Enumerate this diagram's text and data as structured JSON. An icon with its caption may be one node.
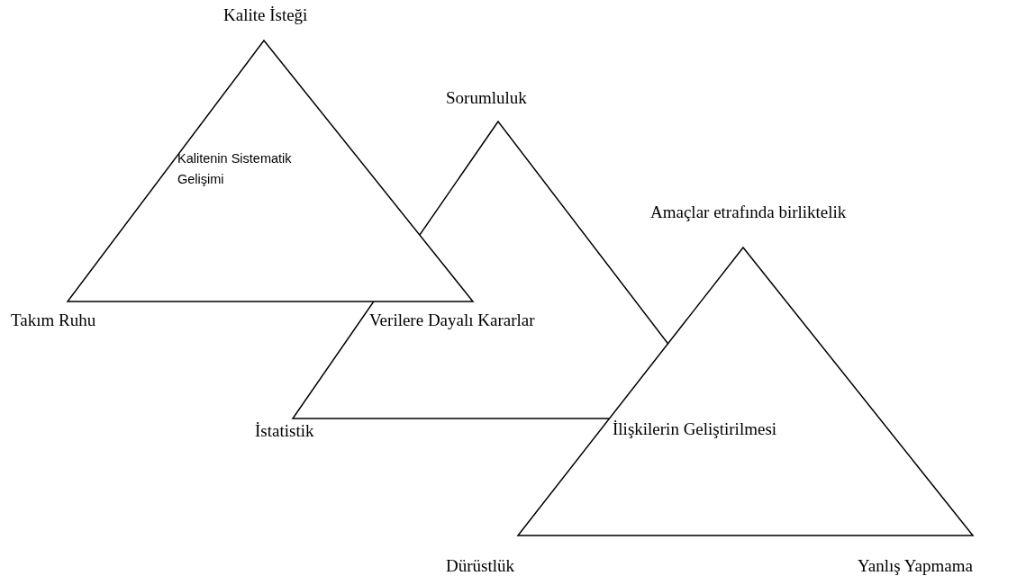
{
  "diagram": {
    "nodes": [
      {
        "text": [
          "Kalitenin Sistematik Gelişimi"
        ],
        "beside": [
          "Kalite İsteği",
          "Takım Ruhu"
        ]
      },
      {
        "text": [
          "Verilere Dayalı Kararlar"
        ],
        "beside": [
          "İstatistik"
        ]
      },
      {
        "text": [
          "İlişkilerin Geliştirilmesi"
        ],
        "beside": [
          "Dürüstlük",
          "Yanlış Yapmama"
        ]
      }
    ],
    "labels": [
      "Sorumluluk",
      "Amaçlar etrafında birliktelik"
    ]
  }
}
